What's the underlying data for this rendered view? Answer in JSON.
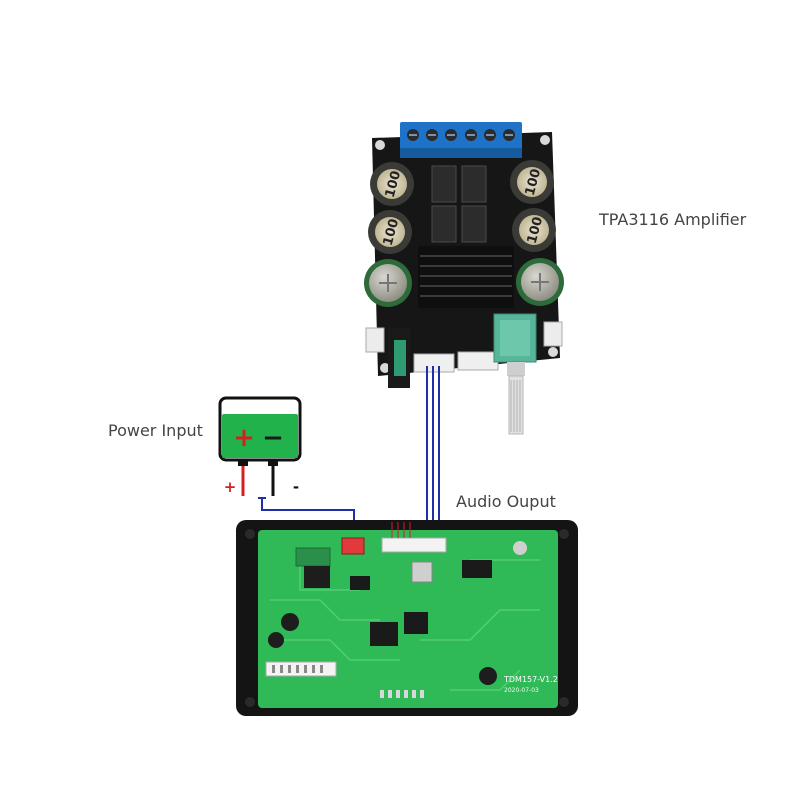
{
  "labels": {
    "amplifier": "TPA3116 Amplifier",
    "power_input": "Power Input",
    "audio_output": "Audio Ouput"
  },
  "battery": {
    "plus": "+",
    "minus": "−",
    "terminal_plus": "+",
    "terminal_minus": "-"
  },
  "amplifier_board": {
    "inductor_marking": "100"
  },
  "decoder_board": {
    "model": "TDM157-V1.2",
    "date": "2020-07-03"
  },
  "colors": {
    "wire_blue": "#1f2fa8",
    "wire_red": "#d42020",
    "battery_green": "#22b24c",
    "pcb_green": "#2fb957",
    "pcb_dark": "#1a1a1a",
    "terminal_blue": "#1e73c8"
  }
}
